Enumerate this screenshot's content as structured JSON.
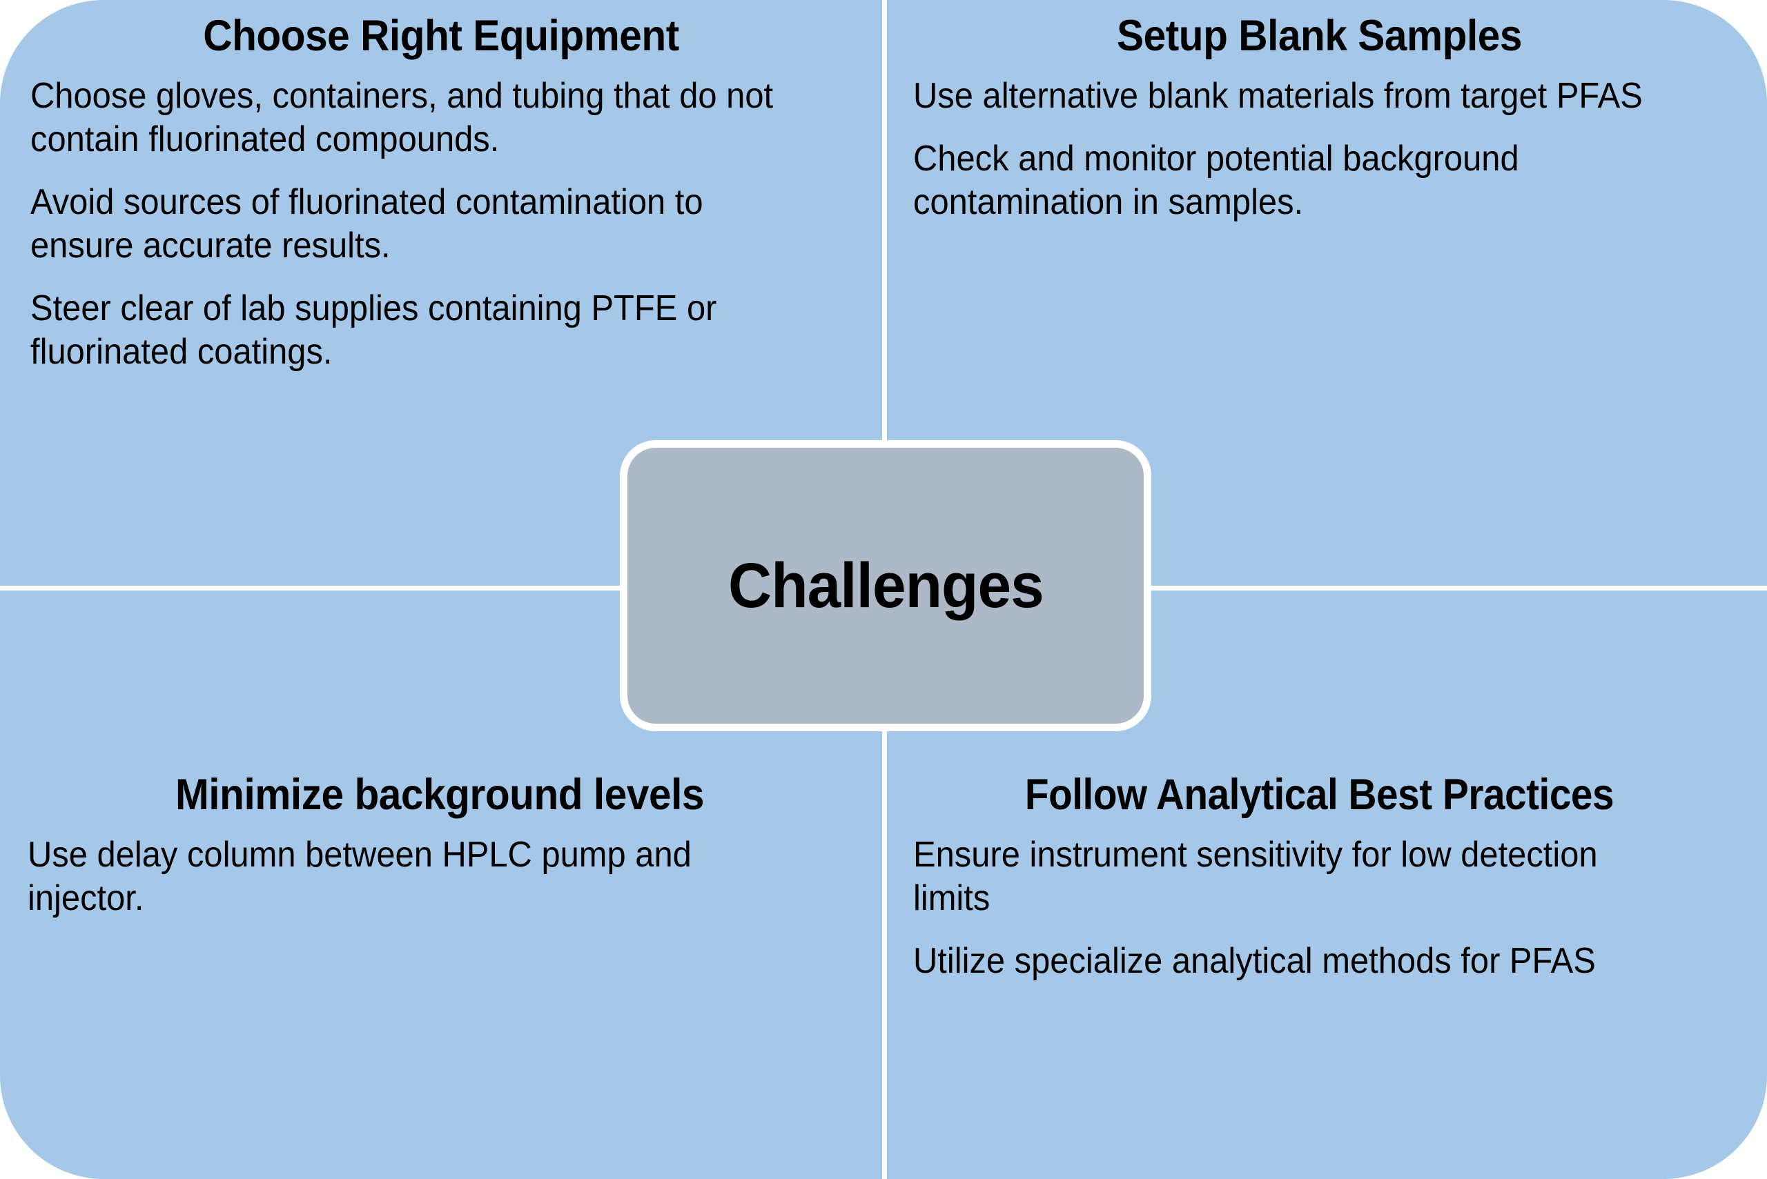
{
  "colors": {
    "panel_blue": "#a5c8e8",
    "center_gray": "#adb9c7",
    "divider_white": "#ffffff",
    "text_black": "#000000",
    "page_background": "#ffffff"
  },
  "center": {
    "label": "Challenges"
  },
  "quadrants": [
    {
      "position": "top-left",
      "heading": "Choose Right Equipment",
      "items": [
        "Choose gloves, containers, and tubing that do not contain fluorinated compounds.",
        "Avoid sources of fluorinated contamination to ensure accurate results.",
        "Steer clear of lab supplies containing PTFE or fluorinated coatings."
      ]
    },
    {
      "position": "top-right",
      "heading": "Setup Blank Samples",
      "items": [
        "Use alternative blank materials from target PFAS",
        "Check and monitor potential background contamination in samples."
      ]
    },
    {
      "position": "bottom-left",
      "heading": "Minimize background levels",
      "items": [
        "Use delay column between HPLC pump and injector."
      ]
    },
    {
      "position": "bottom-right",
      "heading": "Follow Analytical Best Practices",
      "items": [
        "Ensure instrument sensitivity for low detection limits",
        "Utilize specialize analytical methods for PFAS"
      ]
    }
  ]
}
